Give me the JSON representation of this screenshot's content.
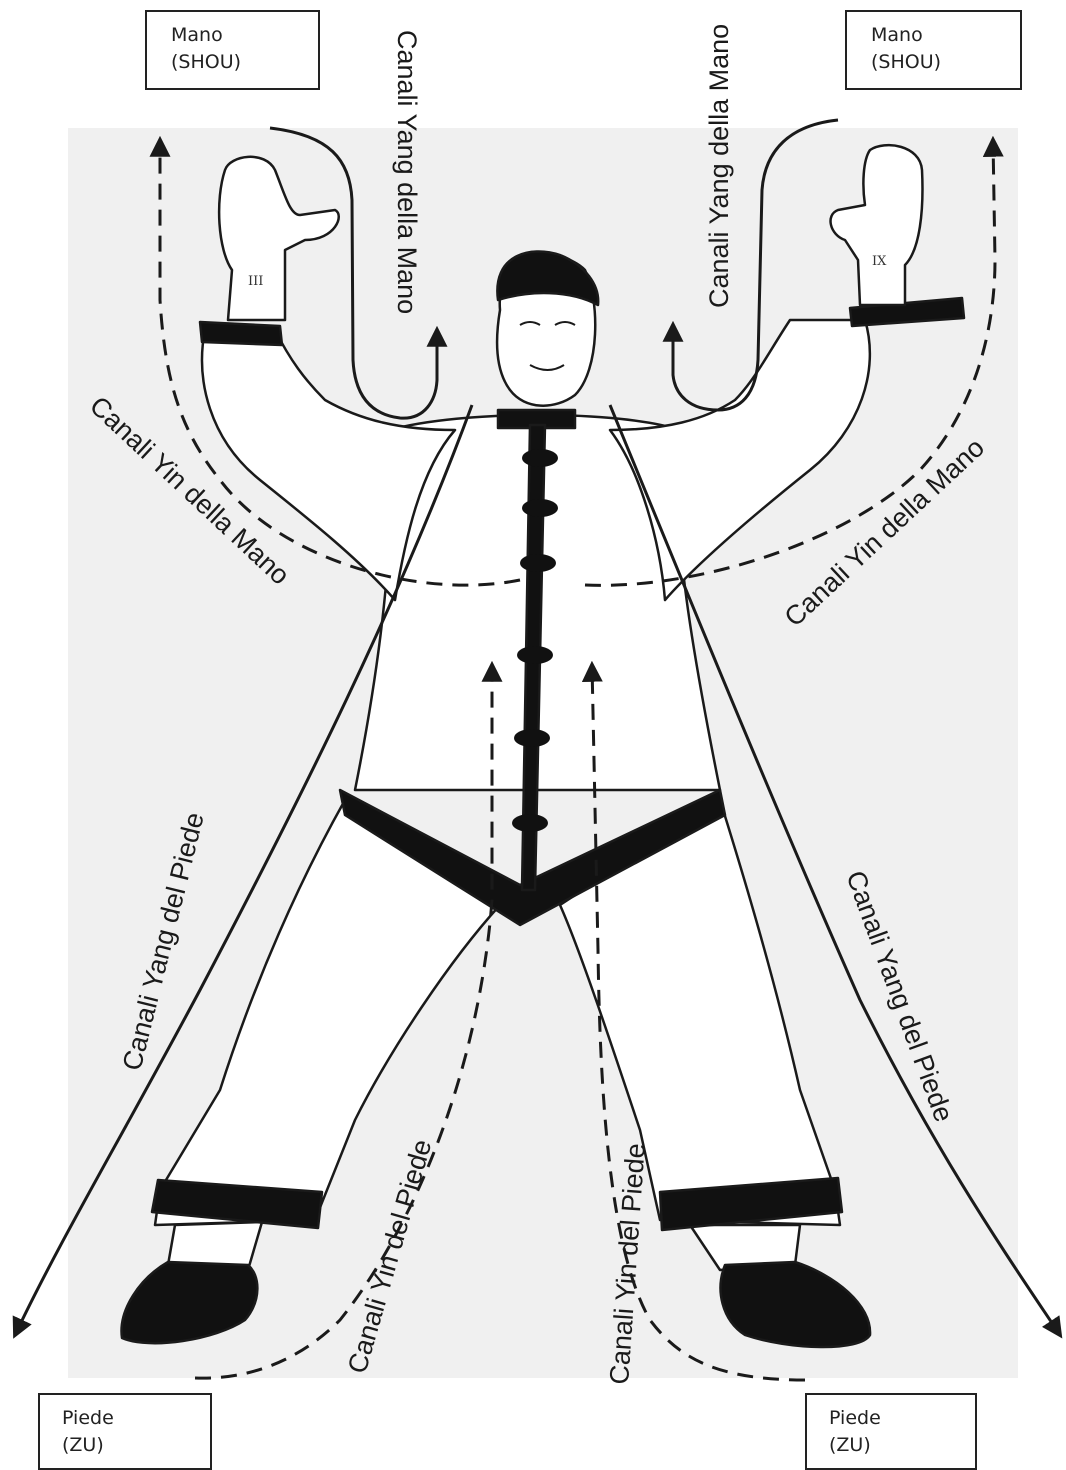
{
  "boxes": {
    "top_left": {
      "line1": "Mano",
      "line2": "(SHOU)"
    },
    "top_right": {
      "line1": "Mano",
      "line2": "(SHOU)"
    },
    "bottom_left": {
      "line1": "Piede",
      "line2": "(ZU)"
    },
    "bottom_right": {
      "line1": "Piede",
      "line2": "(ZU)"
    }
  },
  "labels": {
    "yang_hand_left": "Canali Yang della Mano",
    "yang_hand_right": "Canali Yang della Mano",
    "yin_hand_left": "Canali Yin della Mano",
    "yin_hand_right": "Canali Yin della Mano",
    "yang_foot_left": "Canali Yang del Piede",
    "yang_foot_right": "Canali Yang del Piede",
    "yin_foot_left": "Canali Yin del Piede",
    "yin_foot_right": "Canali Yin del Piede"
  },
  "hand_marks": {
    "left": "III",
    "right": "IX"
  },
  "colors": {
    "background_panel": "#f0f0f0",
    "ink": "#1a1a1a",
    "garment_trim": "#111111"
  }
}
